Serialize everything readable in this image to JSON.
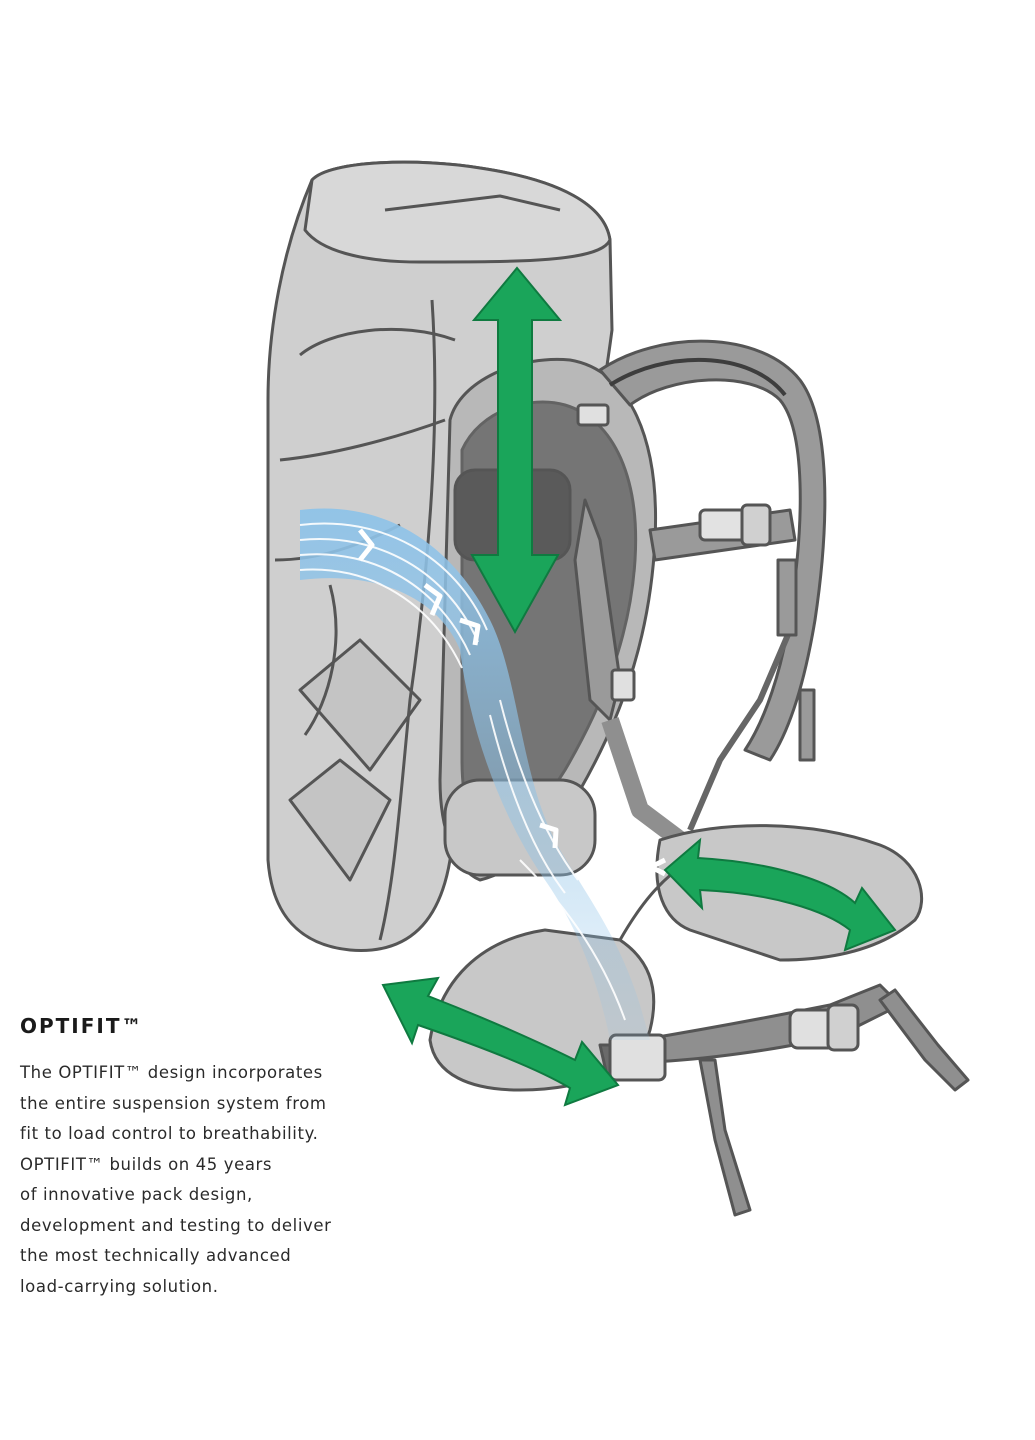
{
  "feature": {
    "heading": "OPTIFIT™",
    "body_lines": [
      "The OPTIFIT™ design incorporates",
      "the entire suspension system from",
      "fit to load control to breathability.",
      "OPTIFIT™ builds on 45 years",
      "of innovative pack design,",
      "development and testing to deliver",
      "the most technically advanced",
      "load-carrying solution."
    ]
  },
  "colors": {
    "pack_fill": "#cfcfcf",
    "pack_line": "#555555",
    "strap": "#8f8f8f",
    "mesh": "#6a6a6a",
    "arrow_green": "#1aa55a",
    "airflow_blue": "#8fc3e8"
  }
}
